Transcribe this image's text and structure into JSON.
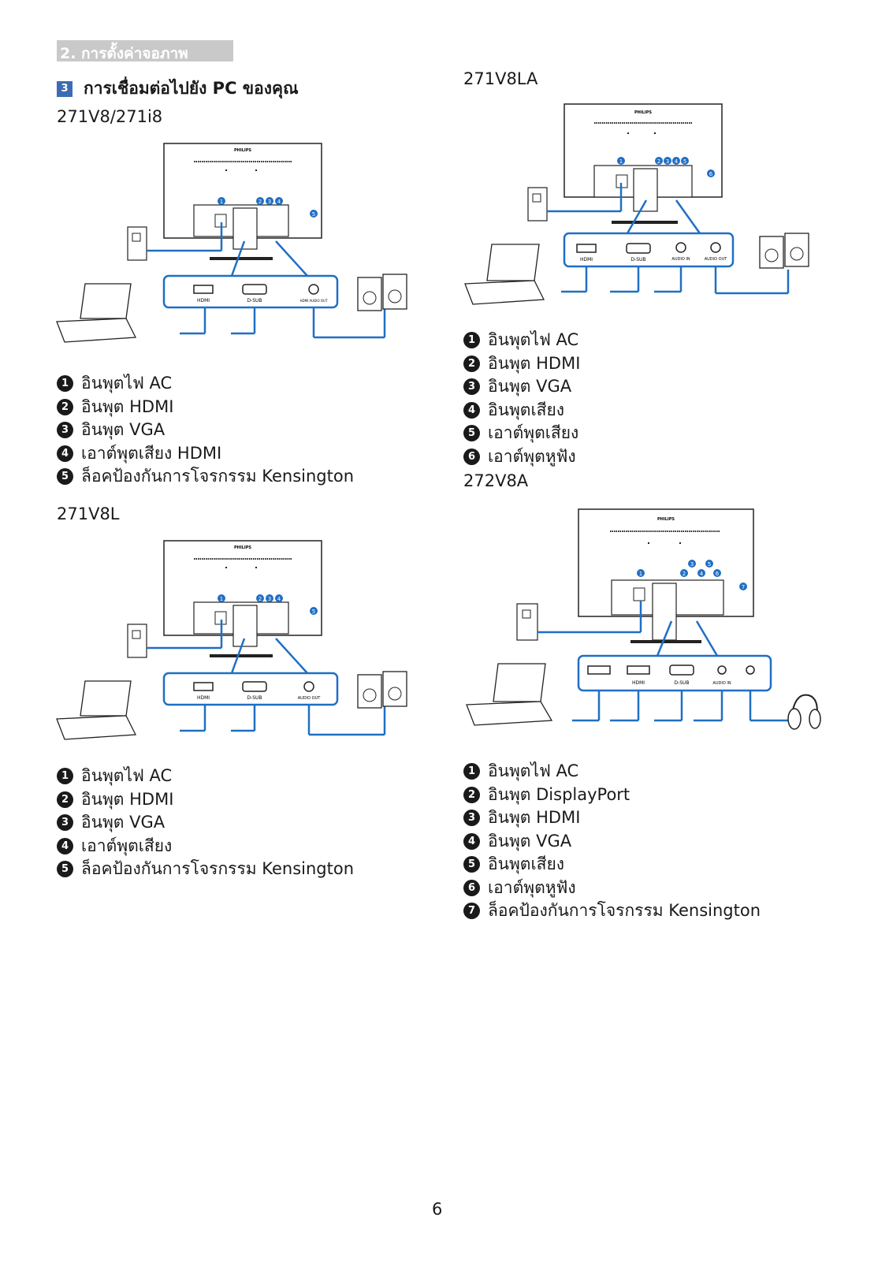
{
  "section": {
    "title": "2. การตั้งค่าจอภาพ"
  },
  "heading": {
    "number": "3",
    "text": "การเชื่อมต่อไปยัง PC ของคุณ"
  },
  "models": [
    {
      "name": "271V8/271i8",
      "legend": [
        "อินพุตไฟ AC",
        "อินพุต HDMI",
        "อินพุต VGA",
        "เอาต์พุตเสียง HDMI",
        "ล็อคป้องกันการโจรกรรม Kensington"
      ]
    },
    {
      "name": "271V8L",
      "legend": [
        "อินพุตไฟ AC",
        "อินพุต HDMI",
        "อินพุต VGA",
        "เอาต์พุตเสียง",
        "ล็อคป้องกันการโจรกรรม Kensington"
      ]
    },
    {
      "name": "271V8LA",
      "legend": [
        "อินพุตไฟ AC",
        "อินพุต HDMI",
        "อินพุต VGA",
        "อินพุตเสียง",
        "เอาต์พุตเสียง",
        "เอาต์พุตหูฟัง"
      ]
    },
    {
      "name": "272V8A",
      "legend": [
        "อินพุตไฟ AC",
        "อินพุต DisplayPort",
        "อินพุต HDMI",
        "อินพุต VGA",
        "อินพุตเสียง",
        "เอาต์พุตหูฟัง",
        "ล็อคป้องกันการโจรกรรม Kensington"
      ]
    }
  ],
  "diagram_labels": {
    "brand": "PHILIPS",
    "hdmi": "HDMI",
    "dsub": "D-SUB",
    "audio_out_1": "HDMI AUDIO OUT",
    "audio_out": "AUDIO OUT",
    "audio_in": "AUDIO IN",
    "audio_out_2": "AUDIO OUT"
  },
  "page_number": "6",
  "colors": {
    "accent_blue": "#1f6fc4",
    "heading_badge": "#3c6db3",
    "section_bar": "#c9c9c9"
  }
}
